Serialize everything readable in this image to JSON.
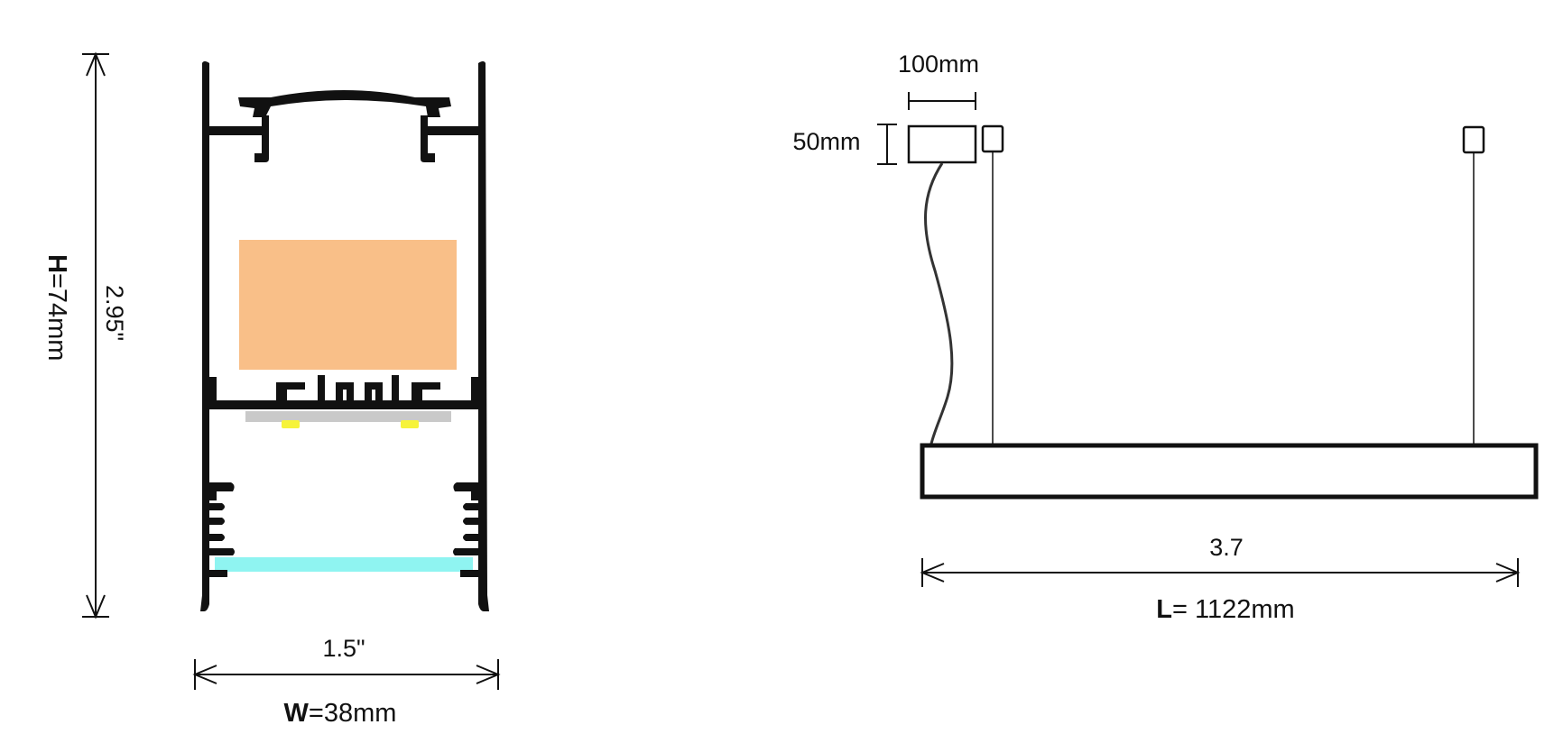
{
  "cross_section": {
    "height_label_bold": "H",
    "height_label_rest": "=74mm",
    "height_inches": "2.95\"",
    "width_inches": "1.5\"",
    "width_label_bold": "W",
    "width_label_rest": "=38mm"
  },
  "side_view": {
    "driver_width": "100mm",
    "driver_height": "50mm",
    "length_feet": "3.7",
    "length_label_bold": "L",
    "length_label_rest": "= 1122mm"
  },
  "colors": {
    "line": "#111111",
    "driver_box": "#f9bf88",
    "pcb": "#c9c9c9",
    "led": "#f6f33a",
    "diffuser": "#8ff4f1"
  }
}
